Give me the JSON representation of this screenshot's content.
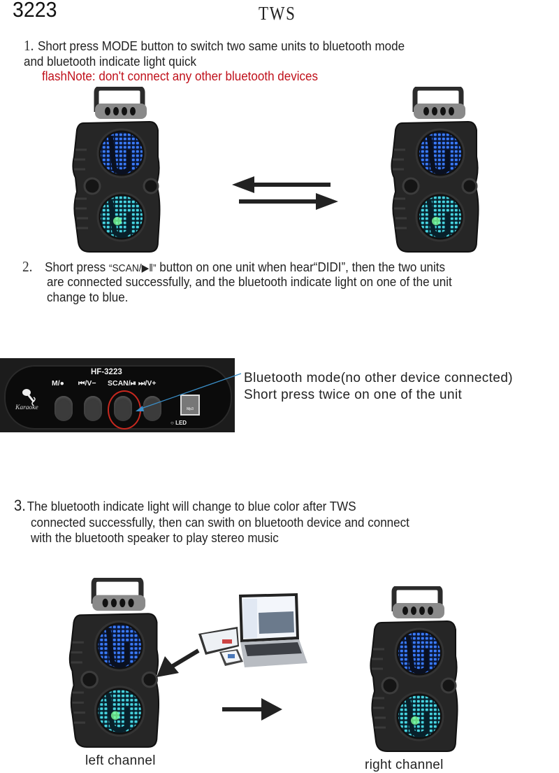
{
  "header": {
    "model_number": "3223",
    "title": "TWS"
  },
  "step1": {
    "number": "1.",
    "line1": "Short press MODE button to switch two same units to bluetooth mode",
    "line2": "and bluetooth indicate light quick",
    "note": "flashNote: don't connect any other bluetooth devices"
  },
  "step2": {
    "number": "2.",
    "line1_prefix": "Short press ",
    "line1_button": "“SCAN/▶‖”",
    "line1_suffix": " button on one unit when hear“DIDI”, then the two units",
    "line2": "are connected successfully, and the bluetooth indicate light on one of the unit",
    "line3": "change to blue."
  },
  "panel": {
    "model": "HF-3223",
    "karaoke": "Karaoke",
    "buttons": [
      {
        "label": "M/●"
      },
      {
        "label": "⏮/V−"
      },
      {
        "label": "SCAN/⏯"
      },
      {
        "label": "⏭/V+"
      }
    ],
    "led_label": "LED",
    "mp3_label": "Mp3"
  },
  "callout": {
    "line1": "Bluetooth mode(no other device connected)",
    "line2": "Short press twice on one of the unit"
  },
  "step3": {
    "number": "3.",
    "line1": "The bluetooth indicate light will change to blue color after TWS",
    "line2": "connected successfully, then can swith on bluetooth device and connect",
    "line3": "with the bluetooth speaker to play stereo music"
  },
  "channels": {
    "left": "left channel",
    "right": "right channel"
  },
  "colors": {
    "note_red": "#c0111b",
    "highlight_ring": "#c8281f",
    "callout_line": "#3a8fc9",
    "speaker_blue": "#2f6ee8",
    "speaker_teal": "#3fd0d8"
  }
}
